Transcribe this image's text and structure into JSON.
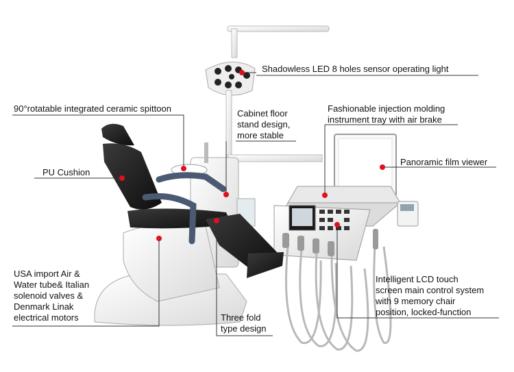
{
  "labels": {
    "light": "Shadowless LED 8 holes sensor operating light",
    "spittoon": "90°rotatable integrated ceramic spittoon",
    "cabinet": "Cabinet floor\nstand design,\nmore stable",
    "tray": "Fashionable injection molding\ninstrument tray with air brake",
    "cushion": "PU Cushion",
    "viewer": "Panoramic film viewer",
    "import": "USA import Air &\nWater tube& Italian\nsolenoid valves &\nDenmark Linak\nelectrical motors",
    "fold": "Three fold\ntype design",
    "lcd": "Intelligent LCD touch\nscreen main control system\nwith 9 memory chair\nposition, locked-function"
  },
  "colors": {
    "marker": "#e0101f",
    "line": "#333333",
    "chair": "#1c1c1c",
    "body": "#f2f2f2",
    "arm": "#4a5a72"
  }
}
